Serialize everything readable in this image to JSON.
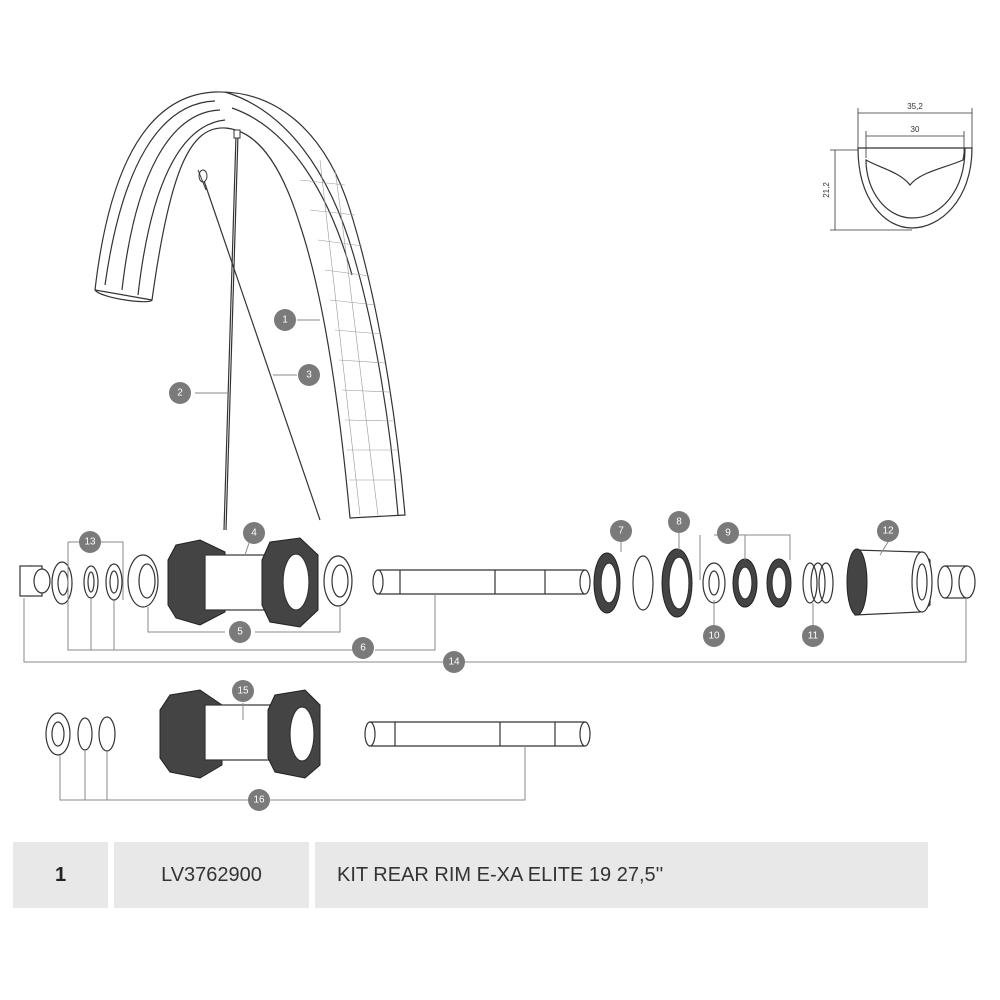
{
  "rim_profile": {
    "outer_width": "35,2",
    "inner_width": "30",
    "height": "21,2"
  },
  "callouts": [
    "1",
    "2",
    "3",
    "4",
    "5",
    "6",
    "7",
    "8",
    "9",
    "10",
    "11",
    "12",
    "13",
    "14",
    "15",
    "16"
  ],
  "table": {
    "ref": "1",
    "code": "LV3762900",
    "description": "KIT REAR RIM E-XA ELITE 19 27,5''"
  }
}
